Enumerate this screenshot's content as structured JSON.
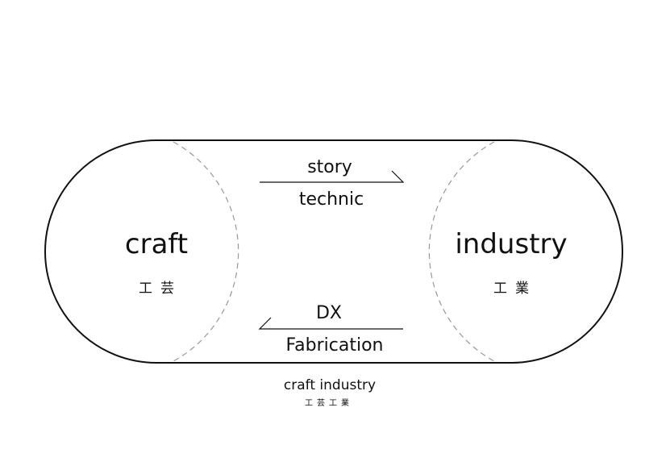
{
  "diagram": {
    "left": {
      "label": "craft",
      "kanji": "工芸"
    },
    "right": {
      "label": "industry",
      "kanji": "工業"
    },
    "top_flow": {
      "upper_label": "story",
      "lower_label": "technic"
    },
    "bottom_flow": {
      "upper_label": "DX",
      "lower_label": "Fabrication"
    },
    "caption": {
      "label": "craft industry",
      "kanji": "工芸工業"
    }
  },
  "colors": {
    "stroke": "#111111",
    "dashed": "#999999",
    "background": "#ffffff"
  }
}
